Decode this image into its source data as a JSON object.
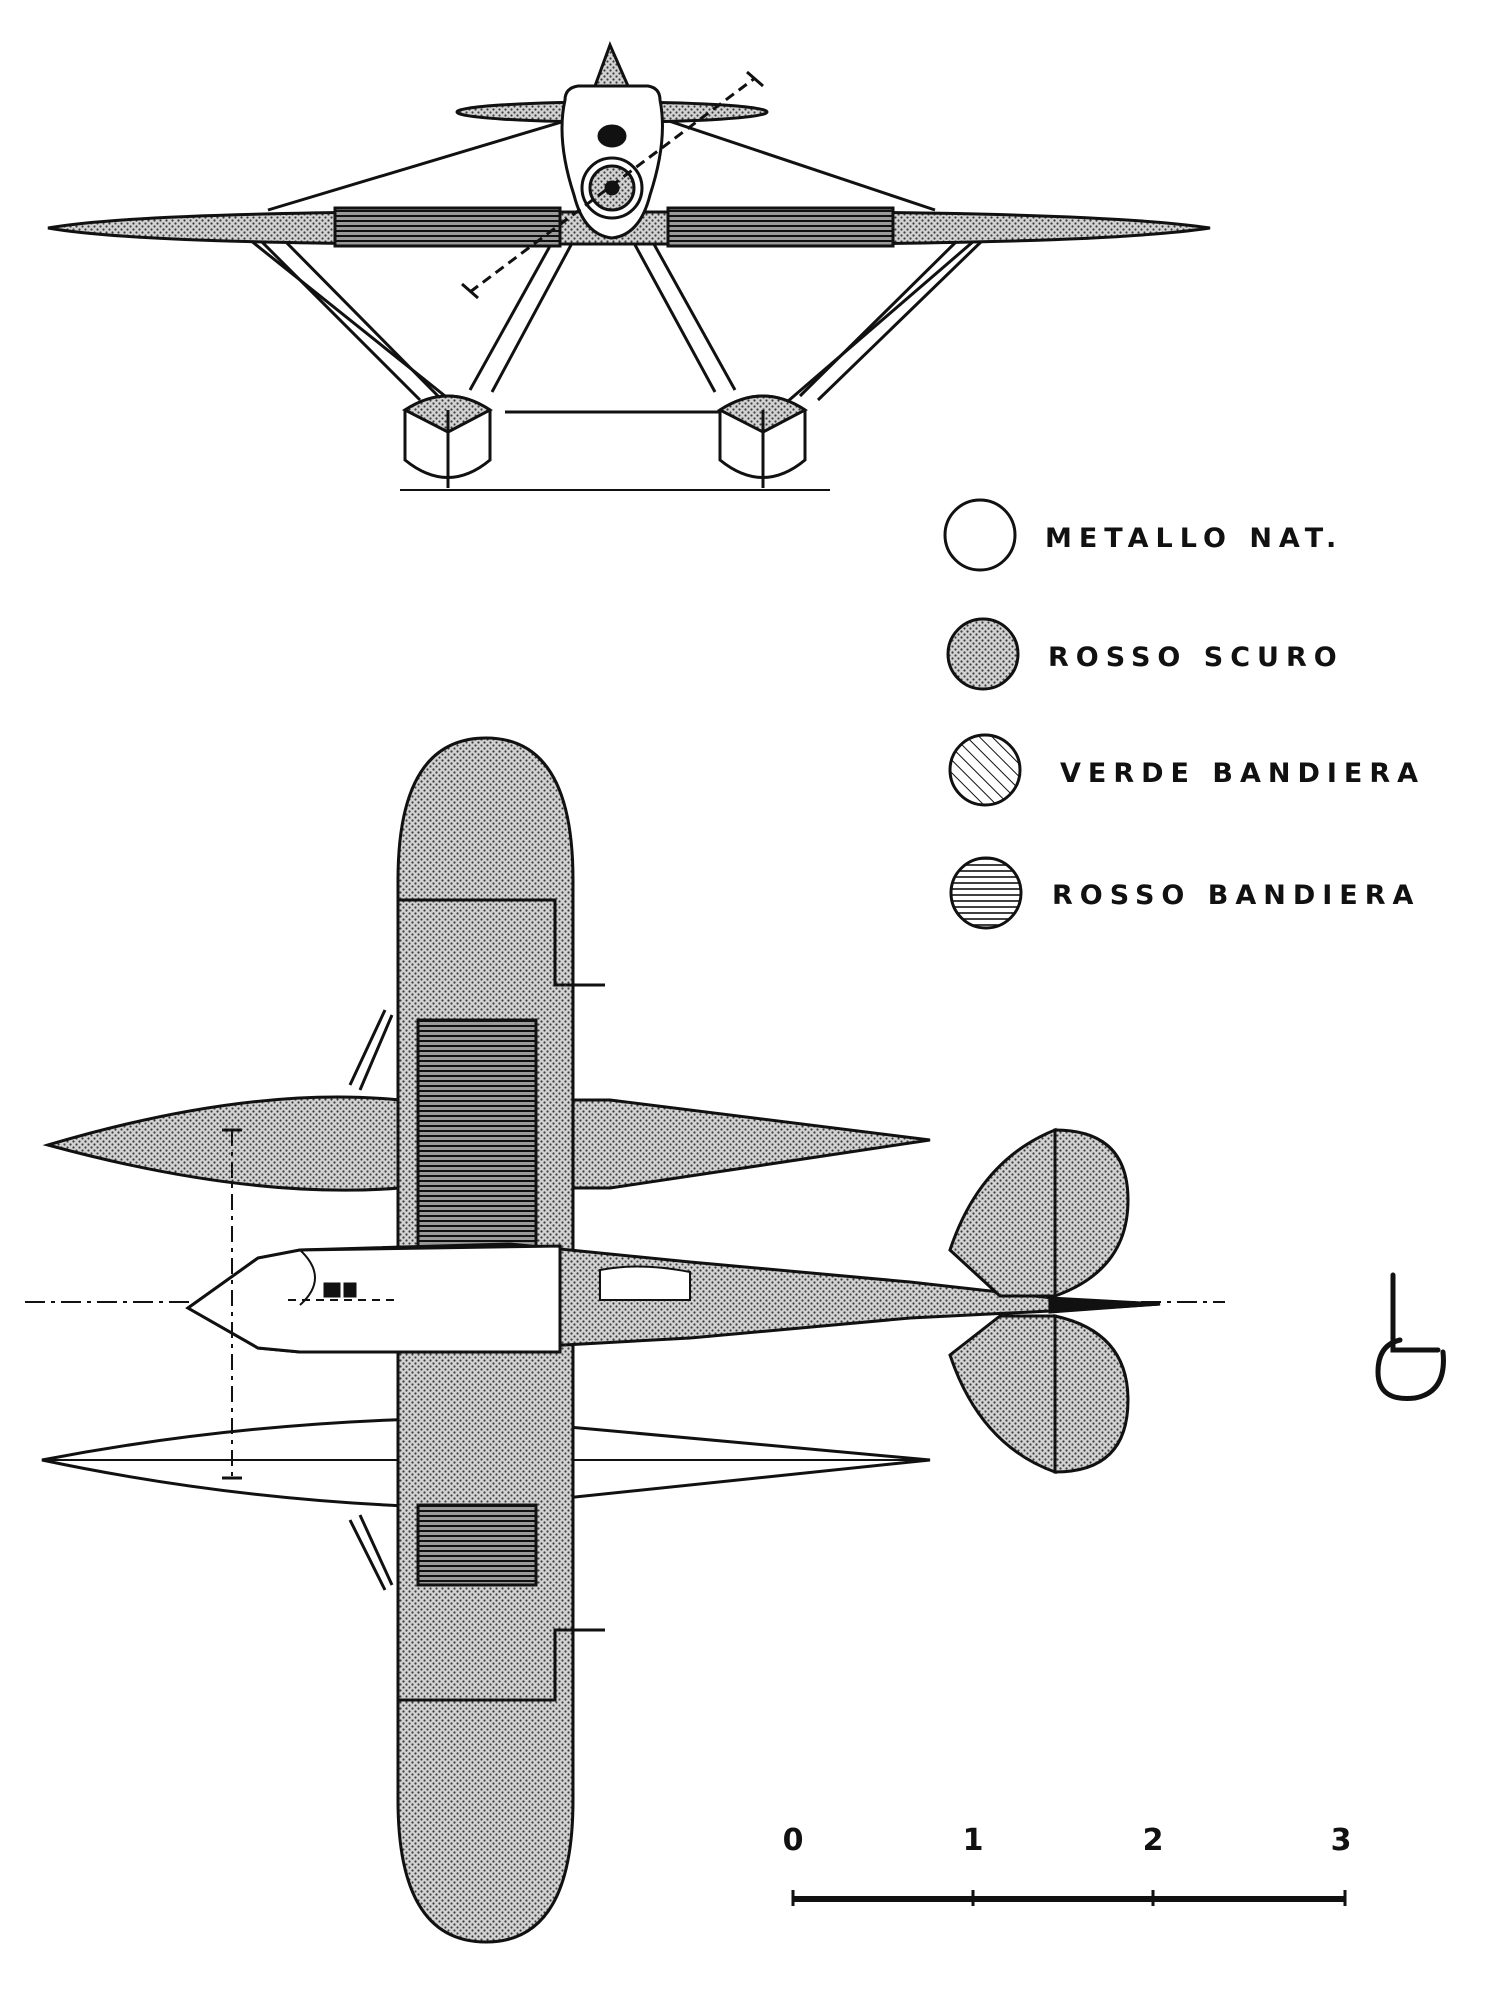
{
  "legend": {
    "items": [
      {
        "label": "METALLO NAT.",
        "pattern": "plain"
      },
      {
        "label": "ROSSO  SCURO",
        "pattern": "stipple"
      },
      {
        "label": "VERDE  BANDIERA",
        "pattern": "diagonal-hatch"
      },
      {
        "label": "ROSSO  BANDIERA",
        "pattern": "horizontal-hatch"
      }
    ]
  },
  "scale_bar": {
    "ticks": [
      "0",
      "1",
      "2",
      "3"
    ]
  },
  "colors": {
    "ink": "#111111",
    "paper": "#ffffff",
    "stipple_fill": "#b4b4b4"
  },
  "signature": "G"
}
